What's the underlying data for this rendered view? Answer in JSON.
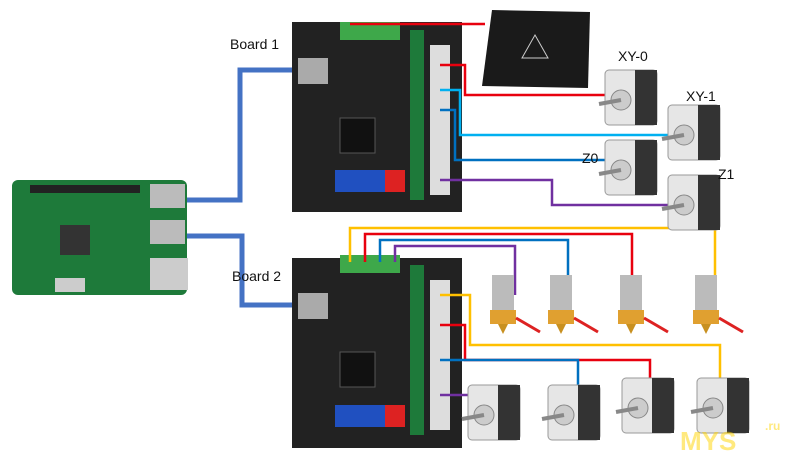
{
  "labels": {
    "board1": "Board 1",
    "board2": "Board 2",
    "motor_xy0": "XY-0",
    "motor_xy1": "XY-1",
    "motor_z0": "Z0",
    "motor_z1": "Z1"
  },
  "watermark": "MYSKU.ru",
  "colors": {
    "usb": "#4472c4",
    "red": "#e8000e",
    "blue": "#0070c0",
    "cyan": "#00b0f0",
    "purple": "#7030a0",
    "yellow": "#ffc000",
    "pcb_green": "#1e7a3a",
    "board_black": "#222222"
  }
}
